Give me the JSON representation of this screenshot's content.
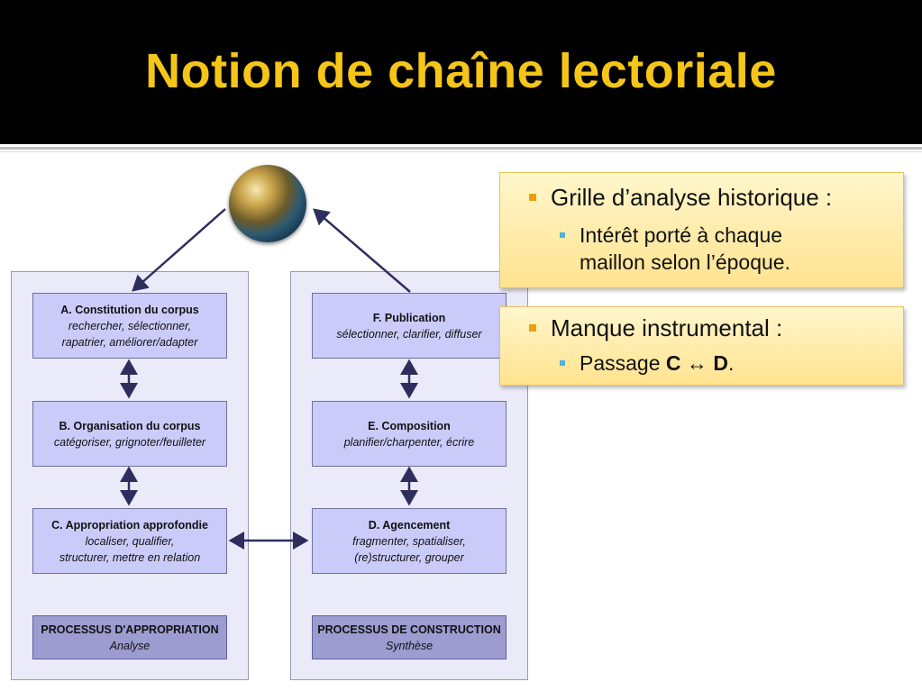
{
  "slide": {
    "title": "Notion de chaîne lectoriale"
  },
  "diagram": {
    "left_column": {
      "boxes": [
        {
          "title": "A. Constitution du corpus",
          "lines": [
            "rechercher, sélectionner,",
            "rapatrier, améliorer/adapter"
          ]
        },
        {
          "title": "B. Organisation du corpus",
          "lines": [
            "catégoriser, grignoter/feuilleter"
          ]
        },
        {
          "title": "C. Appropriation approfondie",
          "lines": [
            "localiser, qualifier,",
            "structurer, mettre en relation"
          ]
        }
      ],
      "process": {
        "title": "PROCESSUS D'APPROPRIATION",
        "subtitle": "Analyse"
      }
    },
    "right_column": {
      "boxes": [
        {
          "title": "F. Publication",
          "lines": [
            "sélectionner, clarifier, diffuser"
          ]
        },
        {
          "title": "E. Composition",
          "lines": [
            "planifier/charpenter, écrire"
          ]
        },
        {
          "title": "D. Agencement",
          "lines": [
            "fragmenter, spatialiser,",
            "(re)structurer, grouper"
          ]
        }
      ],
      "process": {
        "title": "PROCESSUS DE CONSTRUCTION",
        "subtitle": "Synthèse"
      }
    },
    "globe_icon": "globe-icon",
    "colors": {
      "box_fill": "#cbcbfa",
      "column_fill": "#eaeaf8",
      "process_fill": "#9c9cd0",
      "arrow": "#2e2e5e",
      "title": "#f5c518"
    }
  },
  "callouts": [
    {
      "heading": "Grille d’analyse historique :",
      "sub": "Intérêt porté à chaque maillon selon l’époque."
    },
    {
      "heading": "Manque instrumental :",
      "sub_prefix": "Passage ",
      "sub_c": "C",
      "sub_arrow": "↔",
      "sub_d": "D",
      "sub_suffix": "."
    }
  ]
}
